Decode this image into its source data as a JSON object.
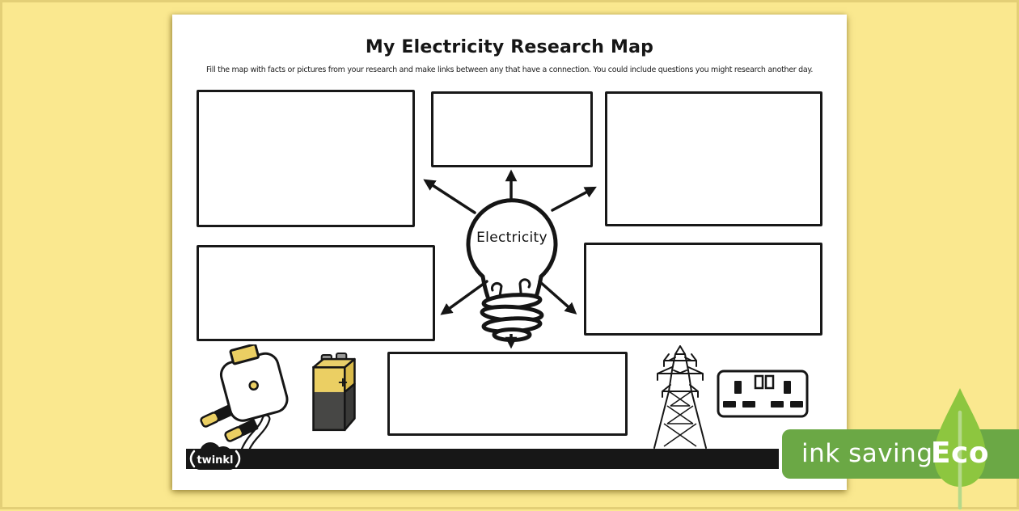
{
  "page": {
    "title": "My Electricity Research Map",
    "instructions": "Fill the map with facts or pictures from your research and make links between any that have a connection. You could include questions you might research another day."
  },
  "map": {
    "center_label": "Electricity",
    "boxes": [
      {
        "id": "top-left",
        "content": ""
      },
      {
        "id": "top-center",
        "content": ""
      },
      {
        "id": "top-right",
        "content": ""
      },
      {
        "id": "middle-left",
        "content": ""
      },
      {
        "id": "middle-right",
        "content": ""
      },
      {
        "id": "bottom-center",
        "content": ""
      }
    ]
  },
  "illustrations": {
    "center": "light-bulb",
    "bottom_row": [
      "uk-plug",
      "nine-volt-battery",
      "electricity-pylon",
      "double-wall-socket"
    ],
    "battery_plus_label": "+"
  },
  "footer": {
    "brand": "twinkl"
  },
  "eco_badge": {
    "label": "ink saving",
    "eco": "Eco"
  },
  "colors": {
    "background": "#FAE88F",
    "page": "#FFFFFF",
    "ink": "#171717",
    "badge-green": "#6BA845",
    "leaf-green": "#8DC63F",
    "leaf-stem": "#B5D98A",
    "accent-gold": "#EBCF63",
    "battery-dark": "#474745"
  }
}
